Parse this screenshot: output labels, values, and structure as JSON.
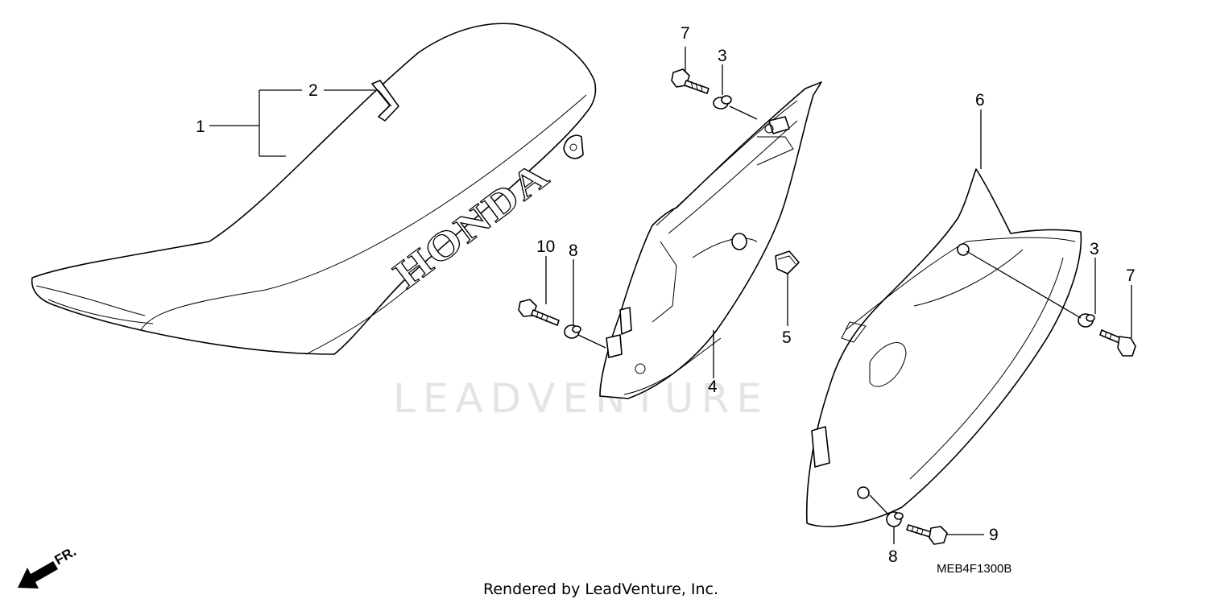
{
  "diagram": {
    "callouts": [
      {
        "id": "c1",
        "label": "1"
      },
      {
        "id": "c2",
        "label": "2"
      },
      {
        "id": "c3a",
        "label": "3"
      },
      {
        "id": "c3b",
        "label": "3"
      },
      {
        "id": "c4",
        "label": "4"
      },
      {
        "id": "c5",
        "label": "5"
      },
      {
        "id": "c6",
        "label": "6"
      },
      {
        "id": "c7a",
        "label": "7"
      },
      {
        "id": "c7b",
        "label": "7"
      },
      {
        "id": "c8a",
        "label": "8"
      },
      {
        "id": "c8b",
        "label": "8"
      },
      {
        "id": "c9",
        "label": "9"
      },
      {
        "id": "c10",
        "label": "10"
      }
    ],
    "seat_logo_text": "HONDA",
    "front_arrow_label": "FR.",
    "diagram_code": "MEB4F1300B",
    "watermark_text": "LEADVENTURE",
    "footer_text": "Rendered by LeadVenture, Inc."
  }
}
